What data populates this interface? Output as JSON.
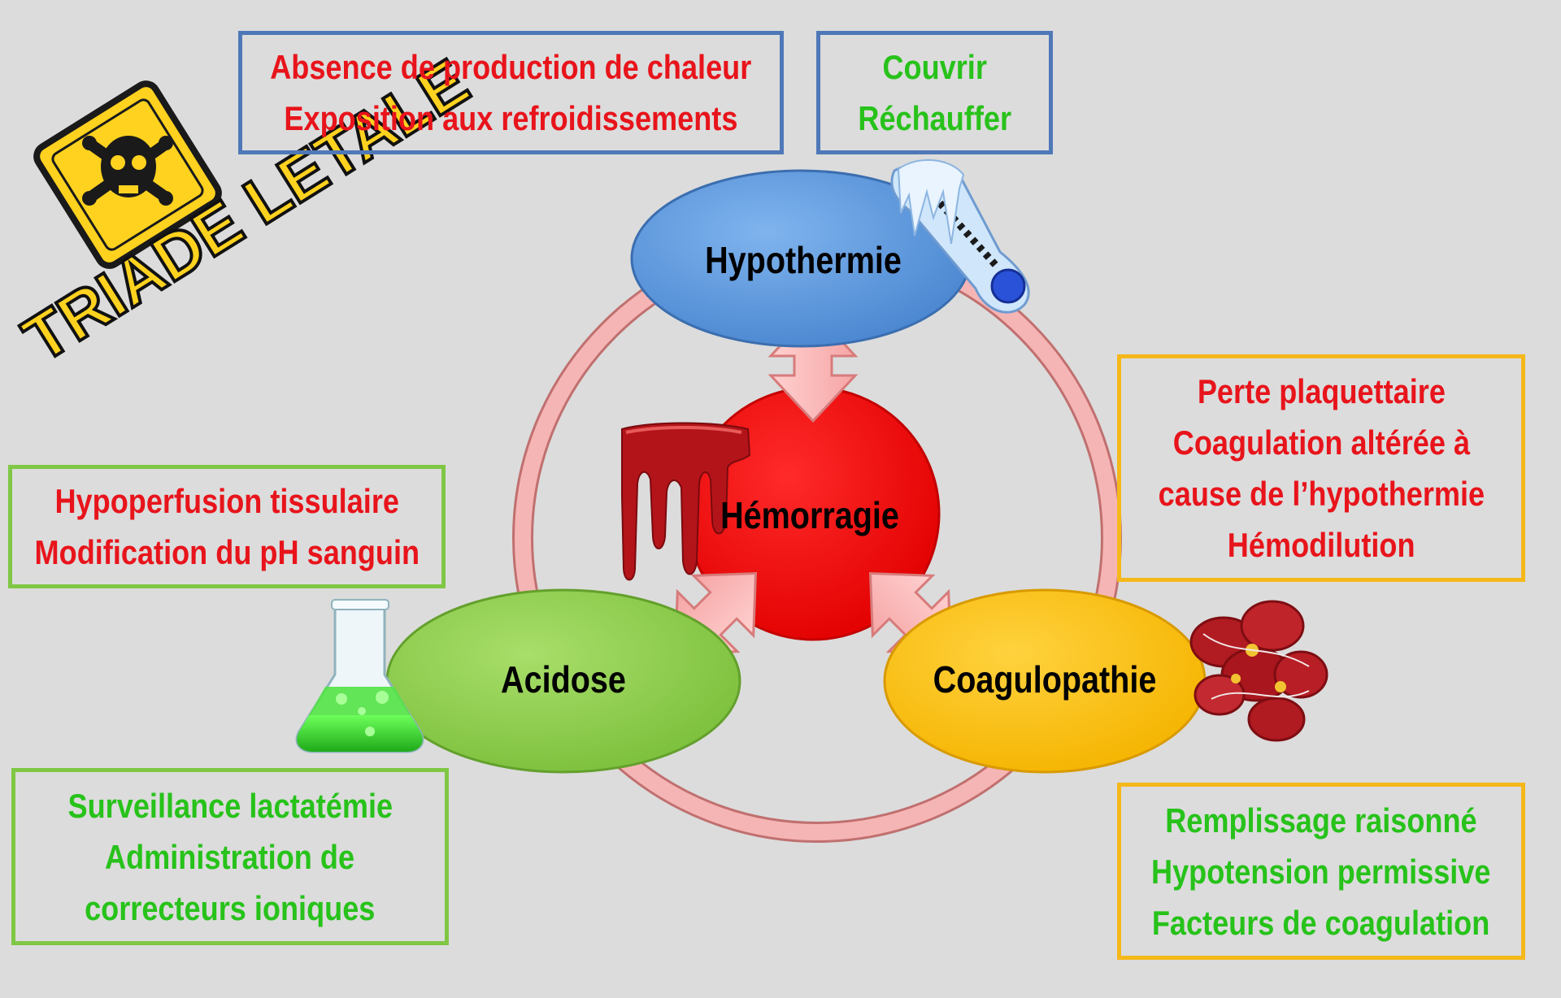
{
  "title": "TRIADE LETALE",
  "center": {
    "label": "Hémorragie"
  },
  "nodes": {
    "hypothermie": {
      "label": "Hypothermie"
    },
    "acidose": {
      "label": "Acidose"
    },
    "coagulopathie": {
      "label": "Coagulopathie"
    }
  },
  "boxes": {
    "hypothermie_causes": {
      "lines": [
        "Absence de production de chaleur",
        "Exposition aux refroidissements"
      ]
    },
    "hypothermie_actions": {
      "lines": [
        "Couvrir",
        "Réchauffer"
      ]
    },
    "acidose_causes": {
      "lines": [
        "Hypoperfusion tissulaire",
        "Modification du pH sanguin"
      ]
    },
    "acidose_actions": {
      "lines": [
        "Surveillance lactatémie",
        "Administration de",
        "correcteurs ioniques"
      ]
    },
    "coagulopathie_causes": {
      "lines": [
        "Perte plaquettaire",
        "Coagulation altérée à",
        "cause de l’hypothermie",
        "Hémodilution"
      ]
    },
    "coagulopathie_actions": {
      "lines": [
        "Remplissage raisonné",
        "Hypotension permissive",
        "Facteurs de coagulation"
      ]
    }
  },
  "colors": {
    "cause_text": "#e8141b",
    "action_text": "#27c21a",
    "hypothermie_fill": "#5b9be0",
    "acidose_fill": "#92d050",
    "coagulopathie_fill": "#ffc000",
    "center_fill": "#ff0000",
    "ring": "#f4a7a7",
    "warning_yellow": "#ffd21f"
  },
  "icons": {
    "warning": "skull-crossbones-warning-icon",
    "hypothermie": "thermometer-icon",
    "acidose": "flask-icon",
    "coagulopathie": "blood-cells-icon",
    "hemorragie": "blood-drip-icon"
  }
}
